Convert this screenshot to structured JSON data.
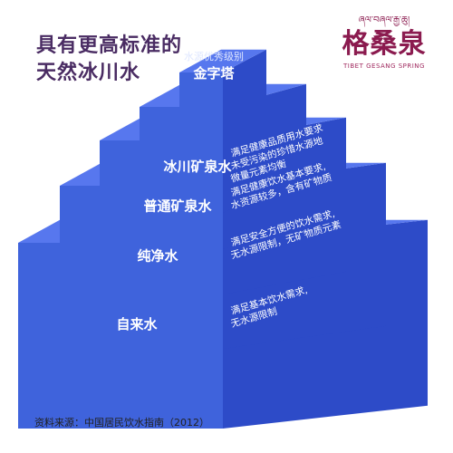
{
  "headline": {
    "line1": "具有更高标准的",
    "line2": "天然冰川水"
  },
  "brand": {
    "tibetan": "ཞལ་བཞལ་རྒྱ་ཆུ།",
    "chinese": "格桑泉",
    "english": "TIBET GESANG SPRING",
    "color": "#8b1b4f"
  },
  "pyramid": {
    "colors": {
      "front": "#3f63dc",
      "right": "#2d4bc8",
      "top": "#5777ee"
    },
    "tiers": [
      {
        "subtitle": "水源优秀级别",
        "name": "金字塔",
        "desc": []
      },
      {
        "name": "冰川矿泉水",
        "desc": [
          "满足健康品质用水要求",
          "未受污染的珍惜水源地",
          "微量元素均衡"
        ]
      },
      {
        "name": "普通矿泉水",
        "desc": [
          "满足健康饮水基本要求,",
          "水资源较多，含有矿物质"
        ]
      },
      {
        "name": "纯净水",
        "desc": [
          "满足安全方便的饮水需求,",
          "无水源限制，无矿物质元素"
        ]
      },
      {
        "name": "自来水",
        "desc": [
          "满足基本饮水需求,",
          "无水源限制"
        ]
      }
    ]
  },
  "source": "资料来源：中国居民饮水指南（2012）"
}
